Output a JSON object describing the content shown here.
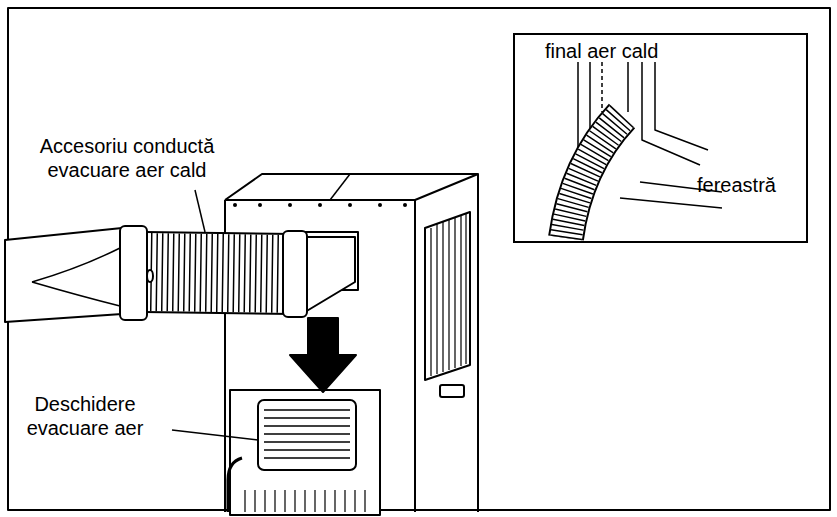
{
  "diagram": {
    "nodes": [
      {
        "text": [
          "final aer cald",
          "fereastră"
        ]
      }
    ],
    "labels": [
      "Accesoriu conductă evacuare aer cald",
      "Deschidere evacuare aer"
    ]
  }
}
